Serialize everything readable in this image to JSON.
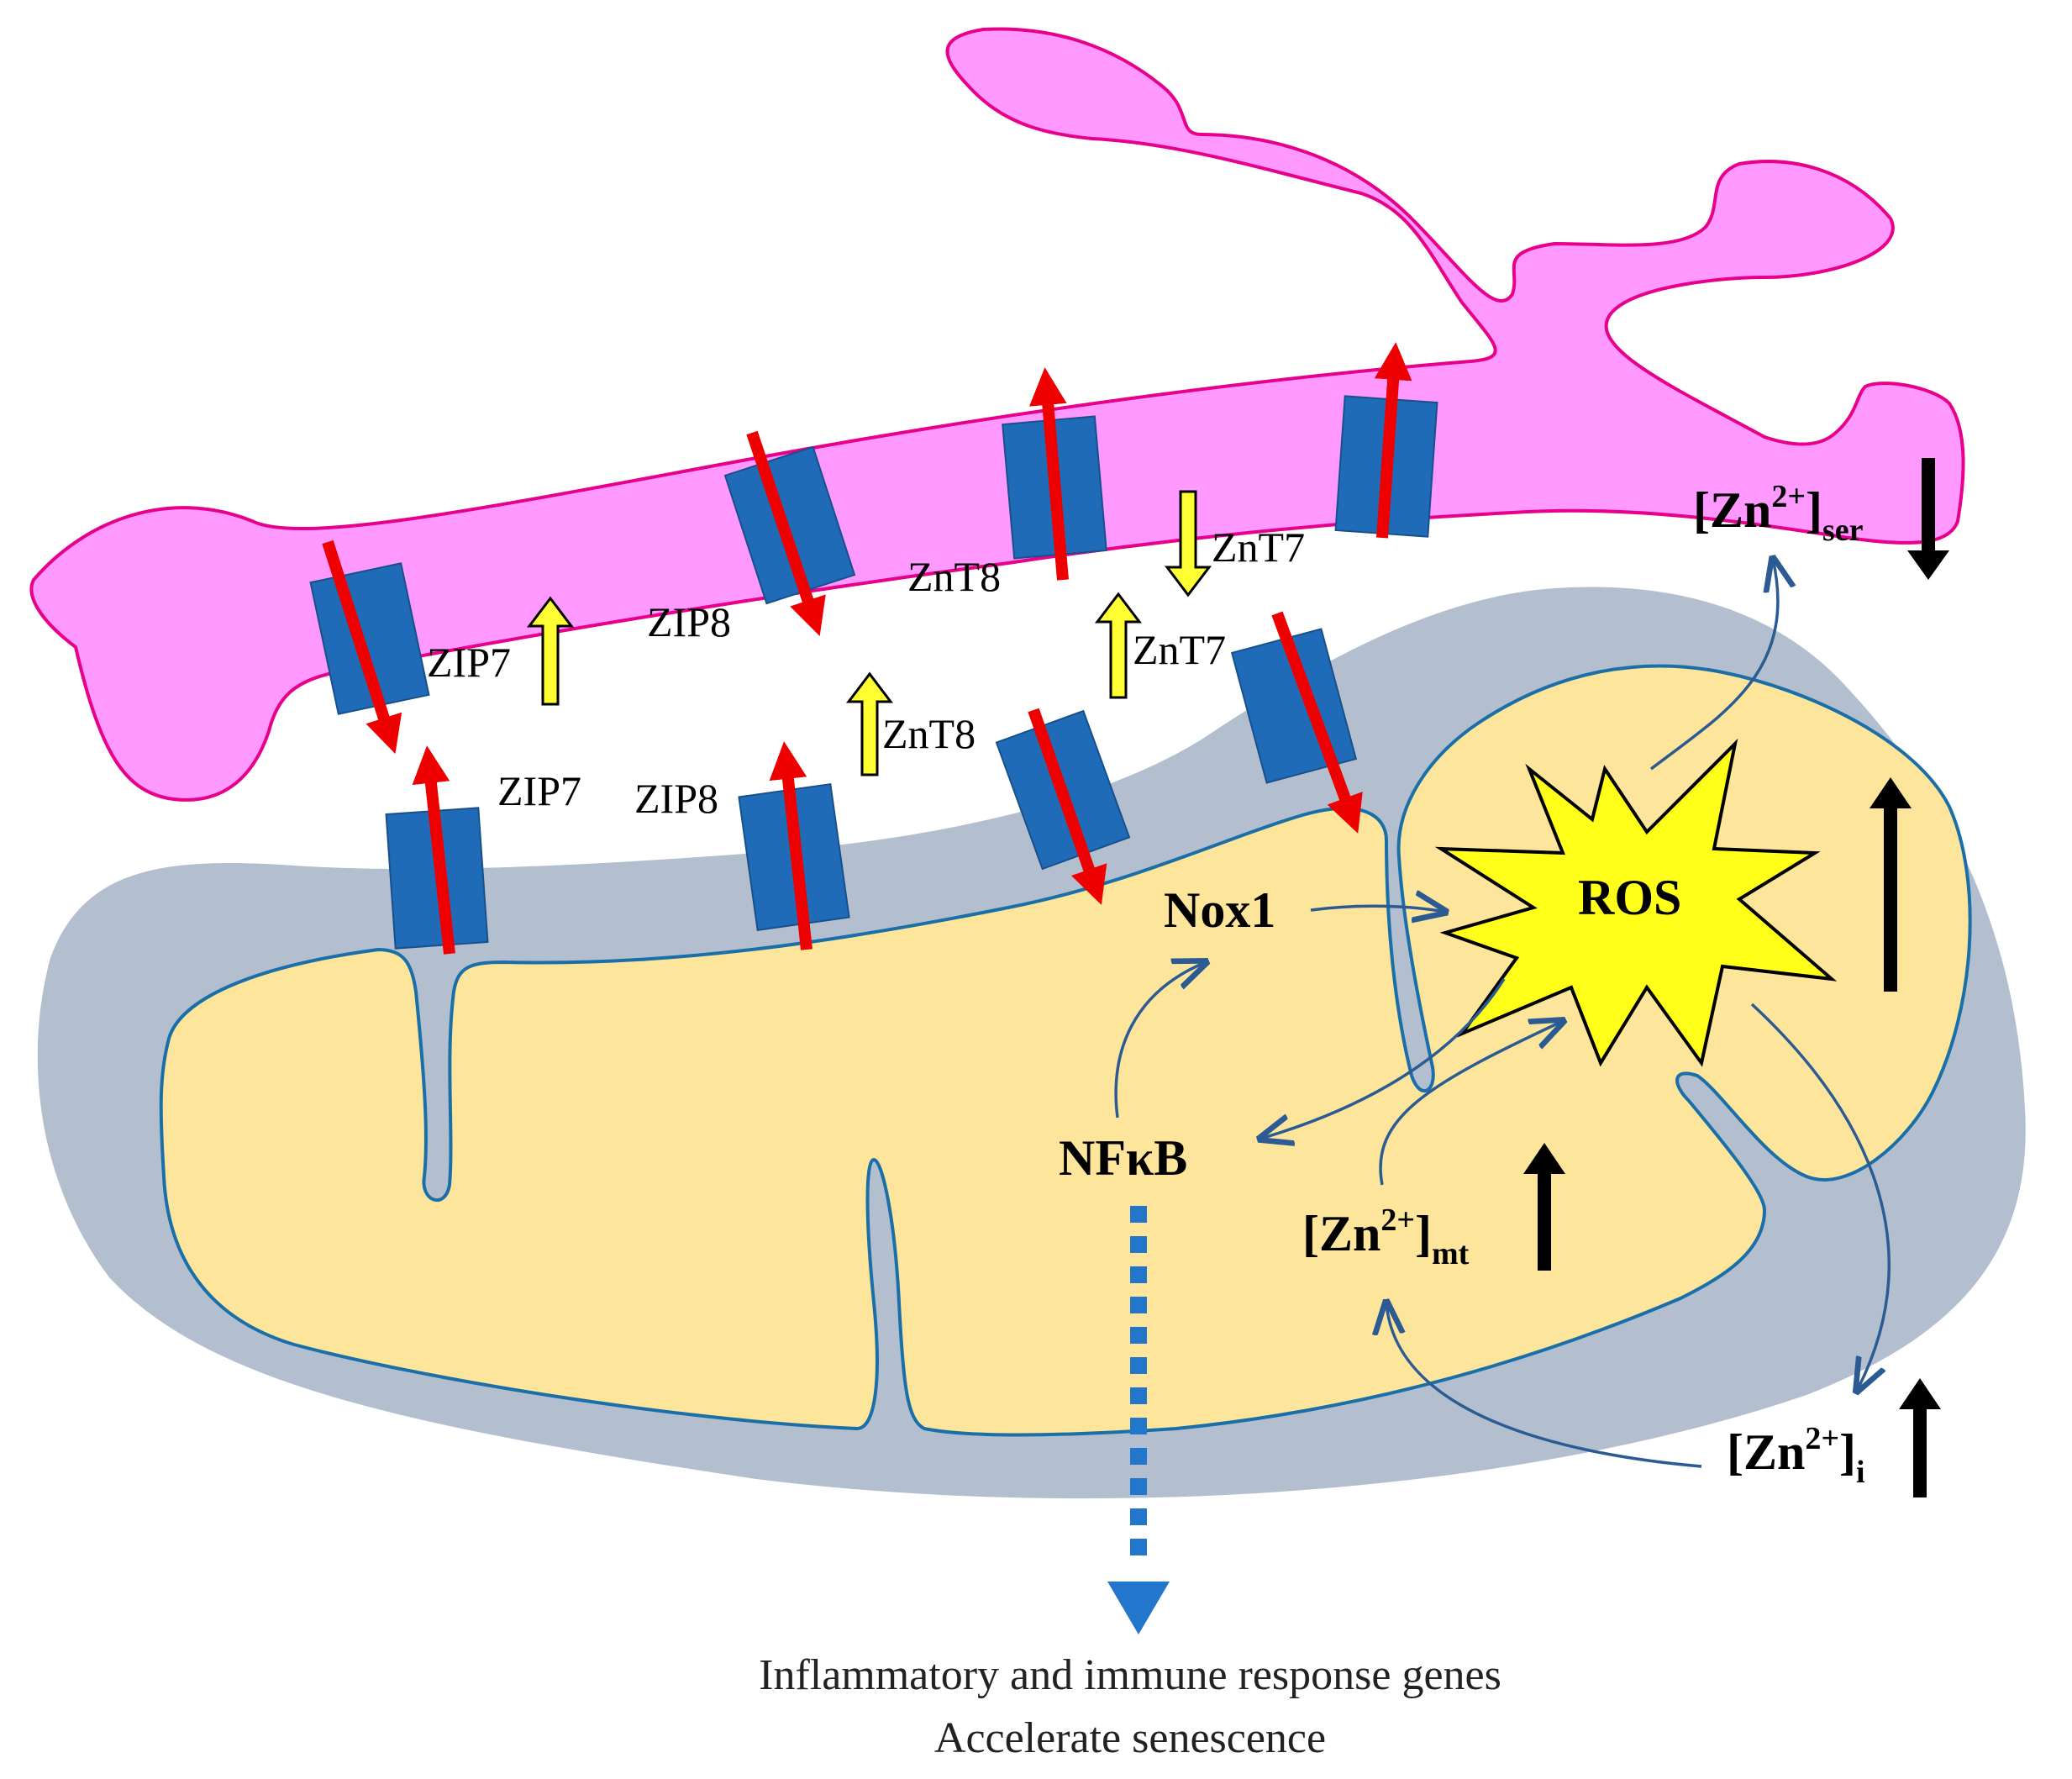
{
  "colors": {
    "er_membrane": "#ff99ff",
    "er_outline": "#e6008a",
    "mito_outer": "#b3bfcf",
    "mito_matrix": "#fde59c",
    "mito_outline": "#1a6fa8",
    "transporter": "#1f6bb8",
    "flux_arrow": "#ee0000",
    "regulation_up": "#ffff33",
    "ros_burst": "#ffff1a",
    "pathway_arrow": "#2c5b94",
    "nfkb_output_arrow": "#2277cc"
  },
  "transporters": {
    "zip7_upper": "ZIP7",
    "zip8_upper": "ZIP8",
    "znt8_upper": "ZnT8",
    "znt7_upper": "ZnT7",
    "zip7_lower": "ZIP7",
    "zip8_lower": "ZIP8",
    "znt8_lower": "ZnT8",
    "znt7_lower": "ZnT7"
  },
  "molecules": {
    "nox1": "Nox1",
    "ros": "ROS",
    "nfkb": "NFκB"
  },
  "zinc": {
    "serum": {
      "base": "[Zn",
      "charge": "2+",
      "close": "]",
      "sub": "ser"
    },
    "mito": {
      "base": "[Zn",
      "charge": "2+",
      "close": "]",
      "sub": "mt"
    },
    "intracellular": {
      "base": "[Zn",
      "charge": "2+",
      "close": "]",
      "sub": "i"
    }
  },
  "outcomes": {
    "line1": "Inflammatory and immune response genes",
    "line2": "Accelerate senescence"
  }
}
